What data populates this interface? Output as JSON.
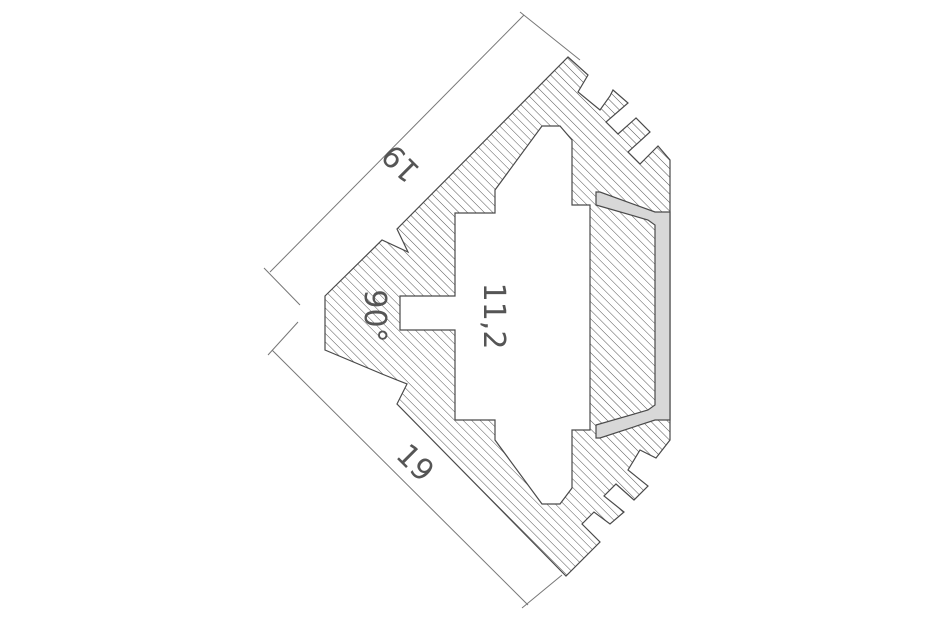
{
  "diagram": {
    "dimension_top": "19",
    "dimension_bottom": "19",
    "dimension_height": "11,2",
    "angle": "90°",
    "colors": {
      "line": "#4a4a4a",
      "hatch": "#555555",
      "text": "#555555",
      "diffuser": "#d8d8d8"
    }
  }
}
